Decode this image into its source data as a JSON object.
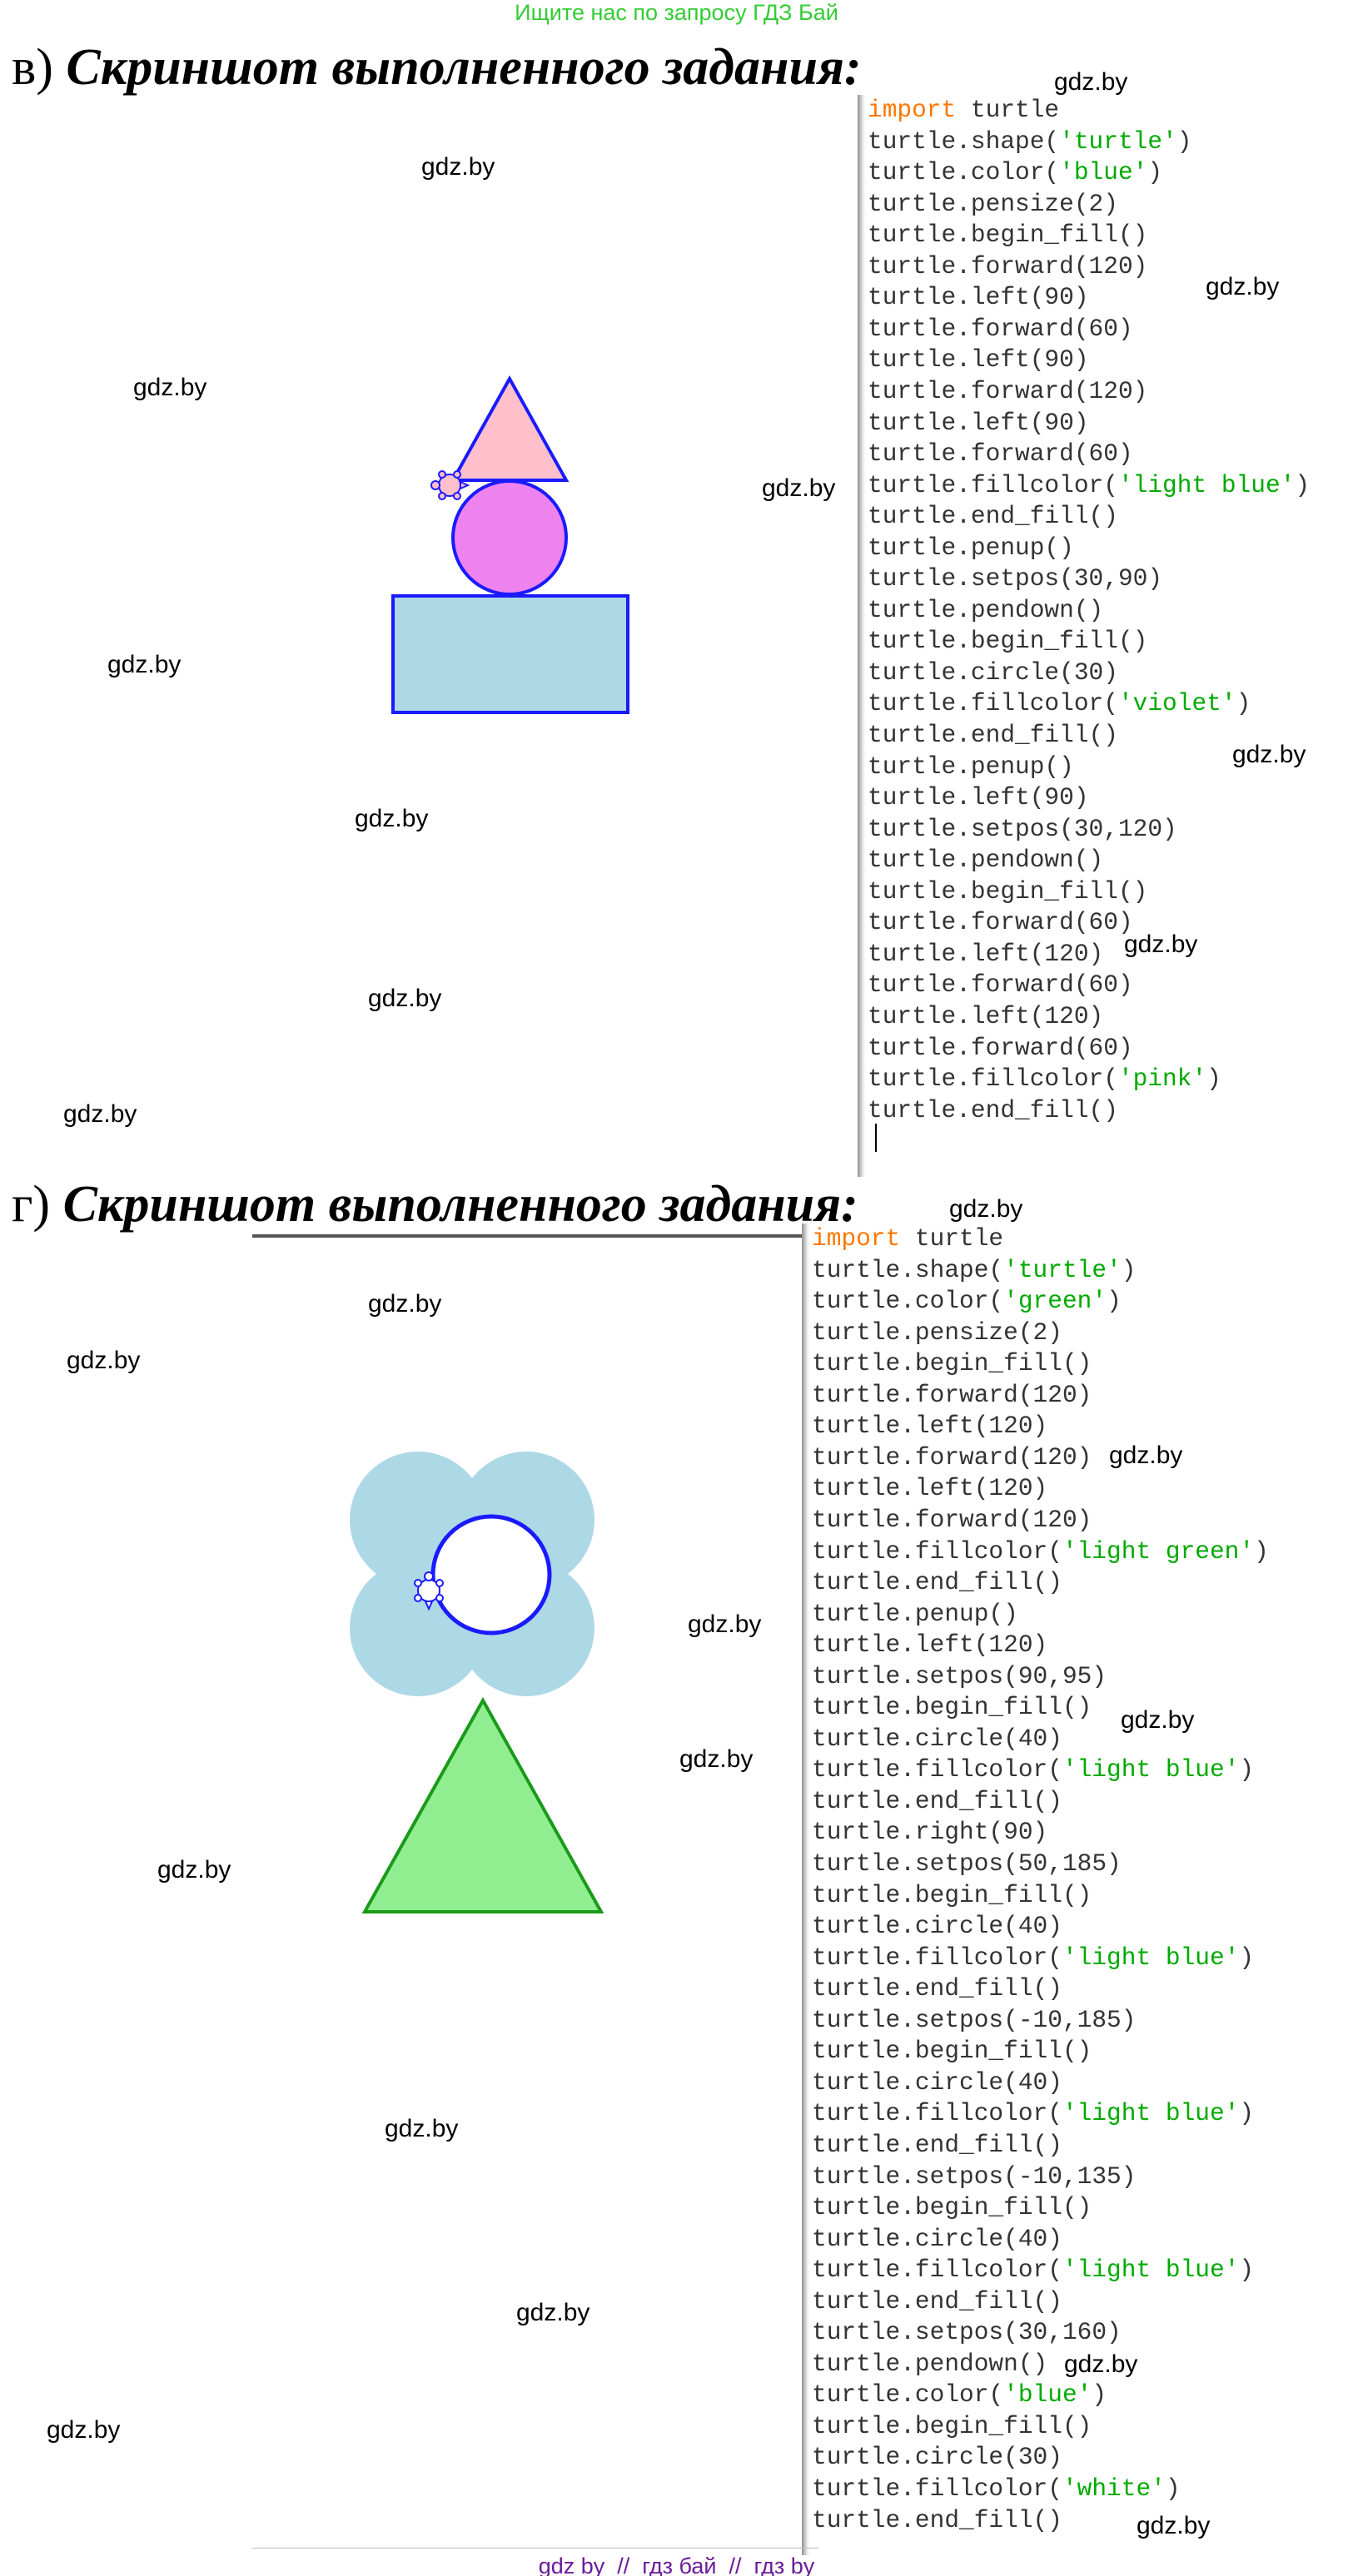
{
  "banner": "Ищите нас по запросу ГДЗ Бай",
  "section_v": {
    "letter": "в)",
    "heading": "Скриншот выполненного задания:",
    "code": [
      [
        [
          "kw",
          "import"
        ],
        [
          "plain",
          " turtle"
        ]
      ],
      [
        [
          "plain",
          "turtle.shape("
        ],
        [
          "str",
          "'turtle'"
        ],
        [
          "plain",
          ")"
        ]
      ],
      [
        [
          "plain",
          "turtle.color("
        ],
        [
          "str",
          "'blue'"
        ],
        [
          "plain",
          ")"
        ]
      ],
      [
        [
          "plain",
          "turtle.pensize(2)"
        ]
      ],
      [
        [
          "plain",
          "turtle.begin_fill()"
        ]
      ],
      [
        [
          "plain",
          "turtle.forward(120)"
        ]
      ],
      [
        [
          "plain",
          "turtle.left(90)"
        ]
      ],
      [
        [
          "plain",
          "turtle.forward(60)"
        ]
      ],
      [
        [
          "plain",
          "turtle.left(90)"
        ]
      ],
      [
        [
          "plain",
          "turtle.forward(120)"
        ]
      ],
      [
        [
          "plain",
          "turtle.left(90)"
        ]
      ],
      [
        [
          "plain",
          "turtle.forward(60)"
        ]
      ],
      [
        [
          "plain",
          "turtle.fillcolor("
        ],
        [
          "str",
          "'light blue'"
        ],
        [
          "plain",
          ")"
        ]
      ],
      [
        [
          "plain",
          "turtle.end_fill()"
        ]
      ],
      [
        [
          "plain",
          "turtle.penup()"
        ]
      ],
      [
        [
          "plain",
          "turtle.setpos(30,90)"
        ]
      ],
      [
        [
          "plain",
          "turtle.pendown()"
        ]
      ],
      [
        [
          "plain",
          "turtle.begin_fill()"
        ]
      ],
      [
        [
          "plain",
          "turtle.circle(30)"
        ]
      ],
      [
        [
          "plain",
          "turtle.fillcolor("
        ],
        [
          "str",
          "'violet'"
        ],
        [
          "plain",
          ")"
        ]
      ],
      [
        [
          "plain",
          "turtle.end_fill()"
        ]
      ],
      [
        [
          "plain",
          "turtle.penup()"
        ]
      ],
      [
        [
          "plain",
          "turtle.left(90)"
        ]
      ],
      [
        [
          "plain",
          "turtle.setpos(30,120)"
        ]
      ],
      [
        [
          "plain",
          "turtle.pendown()"
        ]
      ],
      [
        [
          "plain",
          "turtle.begin_fill()"
        ]
      ],
      [
        [
          "plain",
          "turtle.forward(60)"
        ]
      ],
      [
        [
          "plain",
          "turtle.left(120)"
        ]
      ],
      [
        [
          "plain",
          "turtle.forward(60)"
        ]
      ],
      [
        [
          "plain",
          "turtle.left(120)"
        ]
      ],
      [
        [
          "plain",
          "turtle.forward(60)"
        ]
      ],
      [
        [
          "plain",
          "turtle.fillcolor("
        ],
        [
          "str",
          "'pink'"
        ],
        [
          "plain",
          ")"
        ]
      ],
      [
        [
          "plain",
          "turtle.end_fill()"
        ]
      ]
    ]
  },
  "section_g": {
    "letter": "г)",
    "heading": "Скриншот выполненного задания:",
    "code": [
      [
        [
          "kw",
          "import"
        ],
        [
          "plain",
          " turtle"
        ]
      ],
      [
        [
          "plain",
          "turtle.shape("
        ],
        [
          "str",
          "'turtle'"
        ],
        [
          "plain",
          ")"
        ]
      ],
      [
        [
          "plain",
          "turtle.color("
        ],
        [
          "str",
          "'green'"
        ],
        [
          "plain",
          ")"
        ]
      ],
      [
        [
          "plain",
          "turtle.pensize(2)"
        ]
      ],
      [
        [
          "plain",
          "turtle.begin_fill()"
        ]
      ],
      [
        [
          "plain",
          "turtle.forward(120)"
        ]
      ],
      [
        [
          "plain",
          "turtle.left(120)"
        ]
      ],
      [
        [
          "plain",
          "turtle.forward(120)"
        ]
      ],
      [
        [
          "plain",
          "turtle.left(120)"
        ]
      ],
      [
        [
          "plain",
          "turtle.forward(120)"
        ]
      ],
      [
        [
          "plain",
          "turtle.fillcolor("
        ],
        [
          "str",
          "'light green'"
        ],
        [
          "plain",
          ")"
        ]
      ],
      [
        [
          "plain",
          "turtle.end_fill()"
        ]
      ],
      [
        [
          "plain",
          "turtle.penup()"
        ]
      ],
      [
        [
          "plain",
          "turtle.left(120)"
        ]
      ],
      [
        [
          "plain",
          "turtle.setpos(90,95)"
        ]
      ],
      [
        [
          "plain",
          "turtle.begin_fill()"
        ]
      ],
      [
        [
          "plain",
          "turtle.circle(40)"
        ]
      ],
      [
        [
          "plain",
          "turtle.fillcolor("
        ],
        [
          "str",
          "'light blue'"
        ],
        [
          "plain",
          ")"
        ]
      ],
      [
        [
          "plain",
          "turtle.end_fill()"
        ]
      ],
      [
        [
          "plain",
          "turtle.right(90)"
        ]
      ],
      [
        [
          "plain",
          "turtle.setpos(50,185)"
        ]
      ],
      [
        [
          "plain",
          "turtle.begin_fill()"
        ]
      ],
      [
        [
          "plain",
          "turtle.circle(40)"
        ]
      ],
      [
        [
          "plain",
          "turtle.fillcolor("
        ],
        [
          "str",
          "'light blue'"
        ],
        [
          "plain",
          ")"
        ]
      ],
      [
        [
          "plain",
          "turtle.end_fill()"
        ]
      ],
      [
        [
          "plain",
          "turtle.setpos(-10,185)"
        ]
      ],
      [
        [
          "plain",
          "turtle.begin_fill()"
        ]
      ],
      [
        [
          "plain",
          "turtle.circle(40)"
        ]
      ],
      [
        [
          "plain",
          "turtle.fillcolor("
        ],
        [
          "str",
          "'light blue'"
        ],
        [
          "plain",
          ")"
        ]
      ],
      [
        [
          "plain",
          "turtle.end_fill()"
        ]
      ],
      [
        [
          "plain",
          "turtle.setpos(-10,135)"
        ]
      ],
      [
        [
          "plain",
          "turtle.begin_fill()"
        ]
      ],
      [
        [
          "plain",
          "turtle.circle(40)"
        ]
      ],
      [
        [
          "plain",
          "turtle.fillcolor("
        ],
        [
          "str",
          "'light blue'"
        ],
        [
          "plain",
          ")"
        ]
      ],
      [
        [
          "plain",
          "turtle.end_fill()"
        ]
      ],
      [
        [
          "plain",
          "turtle.setpos(30,160)"
        ]
      ],
      [
        [
          "plain",
          "turtle.pendown()"
        ]
      ],
      [
        [
          "plain",
          "turtle.color("
        ],
        [
          "str",
          "'blue'"
        ],
        [
          "plain",
          ")"
        ]
      ],
      [
        [
          "plain",
          "turtle.begin_fill()"
        ]
      ],
      [
        [
          "plain",
          "turtle.circle(30)"
        ]
      ],
      [
        [
          "plain",
          "turtle.fillcolor("
        ],
        [
          "str",
          "'white'"
        ],
        [
          "plain",
          ")"
        ]
      ],
      [
        [
          "plain",
          "turtle.end_fill()"
        ]
      ]
    ]
  },
  "watermark": "gdz.by",
  "footer": "gdz by  //  гдз бай  //  гдз by",
  "colors": {
    "banner": "#33cc33",
    "keyword": "#ff7700",
    "string": "#00aa00",
    "code_text": "#333333",
    "footer": "#6a1b9a",
    "turtle_blue": "#1a1aff",
    "light_blue": "#add8e6",
    "violet": "#ee82ee",
    "pink": "#ffc0cb",
    "light_green": "#90ee90",
    "green": "#1a9a1a"
  }
}
